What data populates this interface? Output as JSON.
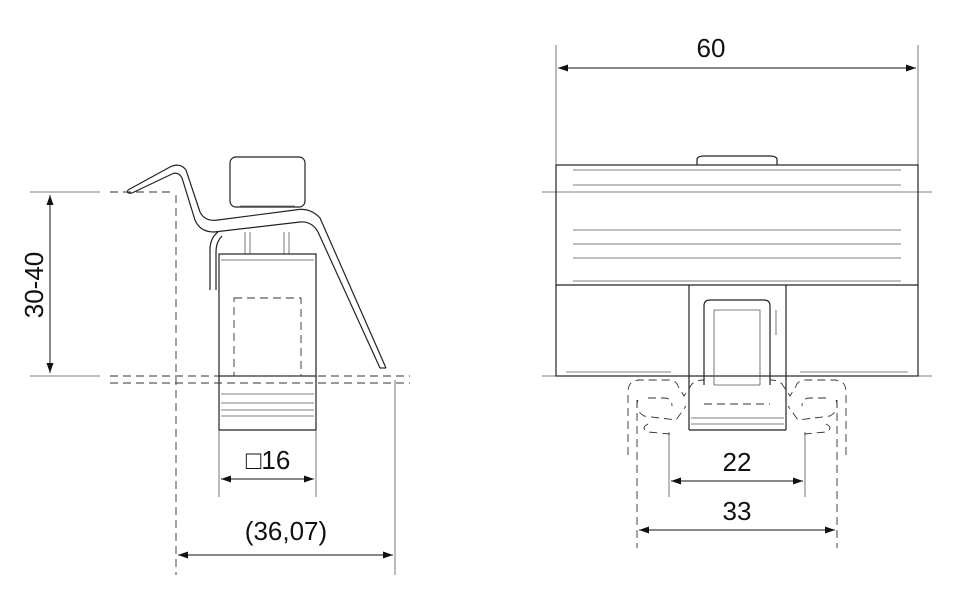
{
  "side_view": {
    "height_label": "30-40",
    "square_label": "□16",
    "width_label": "(36,07)"
  },
  "front_view": {
    "top_width_label": "60",
    "inner_label": "22",
    "outer_label": "33"
  }
}
